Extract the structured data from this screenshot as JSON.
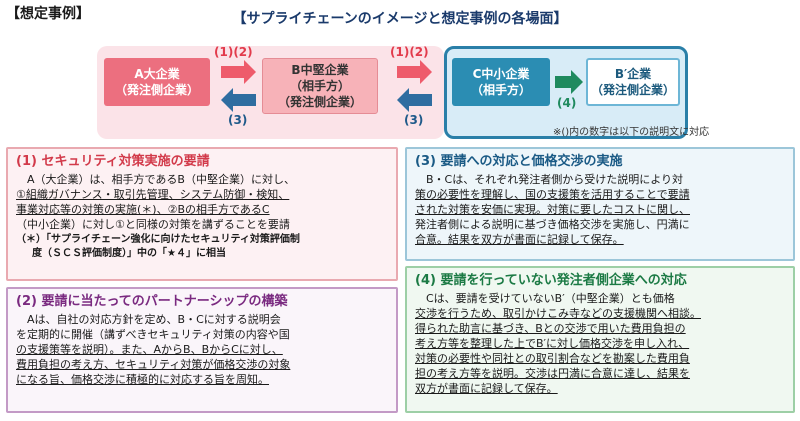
{
  "header_label": "【想定事例】",
  "title": "【サプライチェーンのイメージと想定事例の各場面】",
  "diagram": {
    "box_a": {
      "line1": "A大企業",
      "line2": "（発注側企業）"
    },
    "box_b": {
      "line1": "B中堅企業",
      "line2": "（相手方）",
      "line3": "（発注側企業）"
    },
    "box_c": {
      "line1": "C中小企業",
      "line2": "（相手方）"
    },
    "box_b2": {
      "line1": "B′企業",
      "line2": "（発注側企業）"
    },
    "label_ab_top": "(1)(2)",
    "label_ab_bottom": "(3)",
    "label_bc_top": "(1)(2)",
    "label_bc_bottom": "(3)",
    "label_cb2": "(4)",
    "note": "※()内の数字は以下の説明文に対応"
  },
  "sections": {
    "s1": {
      "heading": "(1) セキュリティ対策実施の要請",
      "p1": "A（大企業）は、相手方であるB（中堅企業）に対し、",
      "p2": "①組織ガバナンス・取引先管理、システム防御・検知、",
      "p3": "事業対応等の対策の実施(＊)、②Bの相手方であるC",
      "p4": "（中小企業）に対し①と同様の対策を講ずることを要請",
      "n1": "（＊）「サプライチェーン強化に向けたセキュリティ対策評価制",
      "n2": "度（ＳＣＳ評価制度）」中の「★４」に相当"
    },
    "s2": {
      "heading": "(2) 要請に当たってのパートナーシップの構築",
      "p1": "Aは、自社の対応方針を定め、B・Cに対する説明会",
      "p2": "を定期的に開催（講ずべきセキュリティ対策の内容や国",
      "p3": "の支援策等を説明）。また、AからB、BからCに対し、",
      "p4": "費用負担の考え方、セキュリティ対策が価格交渉の対象",
      "p5": "になる旨、価格交渉に積極的に対応する旨を周知。"
    },
    "s3": {
      "heading": "(3) 要請への対応と価格交渉の実施",
      "p1": "B・Cは、それぞれ発注者側から受けた説明により対",
      "p2": "策の必要性を理解し、国の支援策を活用することで要請",
      "p3": "された対策を安価に実現。対策に要したコストに関し、",
      "p4": "発注者側による説明に基づき価格交渉を実施し、円満に",
      "p5": "合意。結果を双方が書面に記録して保存。"
    },
    "s4": {
      "heading": "(4) 要請を行っていない発注者側企業への対応",
      "p1": "Cは、要請を受けていないB′（中堅企業）とも価格",
      "p2": "交渉を行うため、取引かけこみ寺などの支援機関へ相談。",
      "p3": "得られた助言に基づき、Bとの交渉で用いた費用負担の",
      "p4": "考え方等を整理した上でB′に対し価格交渉を申し入れ、",
      "p5": "対策の必要性や同社との取引割合などを勘案した費用負",
      "p6": "担の考え方等を説明。交渉は円満に合意に達し、結果を",
      "p7": "双方が書面に記録して保存。"
    }
  },
  "colors": {
    "accent_red": "#e23b4c",
    "accent_blue": "#1f5a8a",
    "accent_green": "#1f8a5e"
  }
}
